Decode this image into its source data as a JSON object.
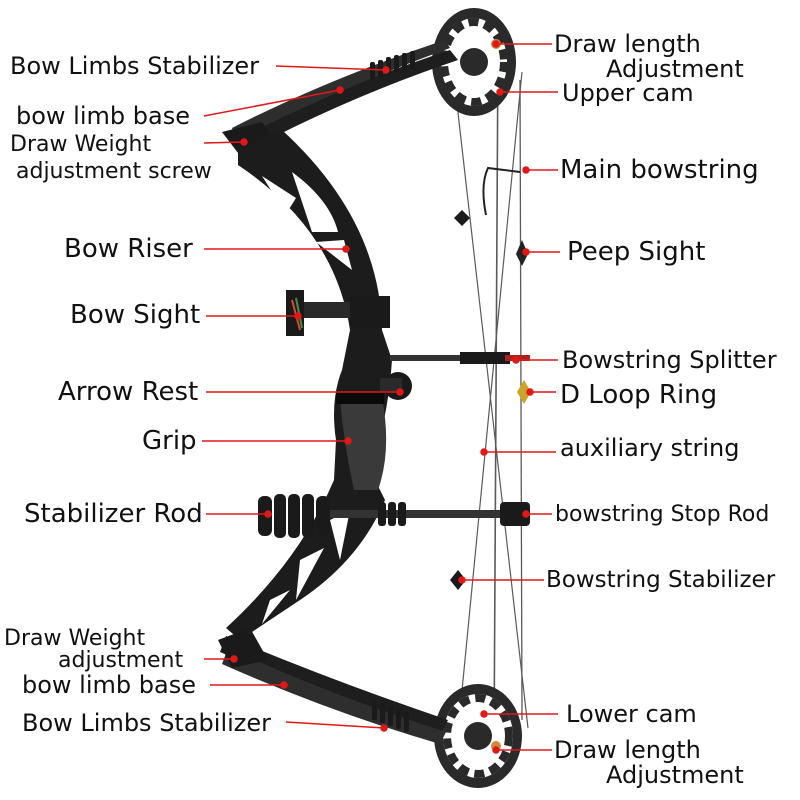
{
  "colors": {
    "leader": "#e01818",
    "bow": "#1c1c1c",
    "bow_highlight": "#4a4a4a",
    "string": "#555555",
    "text": "#111111"
  },
  "labels": {
    "bow_limbs_stabilizer_top": "Bow Limbs Stabilizer",
    "bow_limb_base_top": "bow limb base",
    "draw_weight_screw_1": "Draw Weight",
    "draw_weight_screw_2": "adjustment screw",
    "bow_riser": "Bow Riser",
    "bow_sight": "Bow Sight",
    "arrow_rest": "Arrow Rest",
    "grip": "Grip",
    "stabilizer_rod": "Stabilizer Rod",
    "draw_weight_bottom_1": "Draw Weight",
    "draw_weight_bottom_2": "adjustment",
    "bow_limb_base_bottom": "bow limb base",
    "bow_limbs_stabilizer_bottom": "Bow Limbs Stabilizer",
    "draw_length_top_1": "Draw length",
    "draw_length_top_2": "Adjustment",
    "upper_cam": "Upper cam",
    "main_bowstring": "Main bowstring",
    "peep_sight": "Peep Sight",
    "bowstring_splitter": "Bowstring Splitter",
    "d_loop_ring": "D Loop Ring",
    "auxiliary_string": "auxiliary string",
    "bowstring_stop_rod": "bowstring Stop Rod",
    "bowstring_stabilizer": "Bowstring Stabilizer",
    "lower_cam": "Lower cam",
    "draw_length_bottom_1": "Draw length",
    "draw_length_bottom_2": "Adjustment"
  }
}
